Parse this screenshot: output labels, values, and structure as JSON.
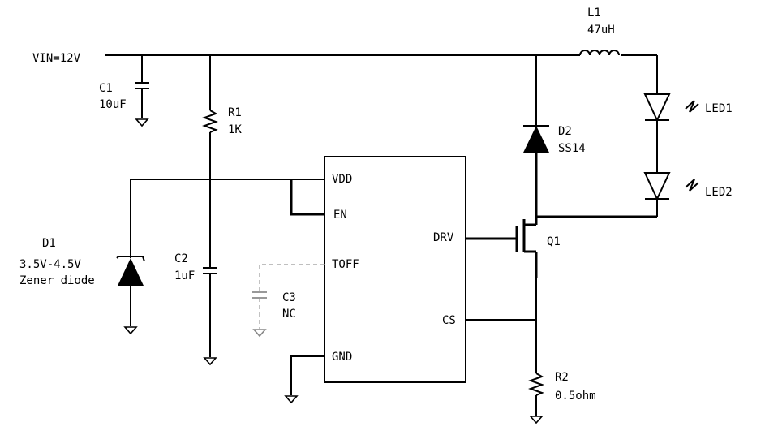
{
  "supply": {
    "label": "VIN=12V"
  },
  "components": {
    "c1": {
      "ref": "C1",
      "value": "10uF"
    },
    "r1": {
      "ref": "R1",
      "value": "1K"
    },
    "d1": {
      "ref": "D1",
      "value": "3.5V-4.5V",
      "type": "Zener diode"
    },
    "c2": {
      "ref": "C2",
      "value": "1uF"
    },
    "c3": {
      "ref": "C3",
      "value": "NC"
    },
    "l1": {
      "ref": "L1",
      "value": "47uH"
    },
    "d2": {
      "ref": "D2",
      "value": "SS14"
    },
    "led1": {
      "ref": "LED1"
    },
    "led2": {
      "ref": "LED2"
    },
    "q1": {
      "ref": "Q1"
    },
    "r2": {
      "ref": "R2",
      "value": "0.5ohm"
    }
  },
  "ic": {
    "pins": {
      "vdd": "VDD",
      "en": "EN",
      "toff": "TOFF",
      "gnd": "GND",
      "drv": "DRV",
      "cs": "CS"
    }
  }
}
